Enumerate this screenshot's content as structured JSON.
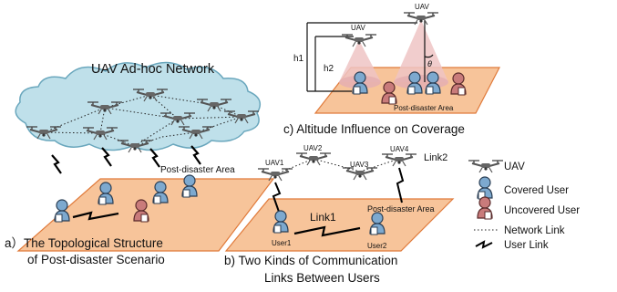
{
  "colors": {
    "cloud_fill": "#bfe0ea",
    "cloud_stroke": "#6aa7bd",
    "ground_fill": "#f7c49a",
    "ground_stroke": "#e07a3a",
    "covered_user": "#7da9cf",
    "uncovered_user": "#c97b7b",
    "beam": "#eec4c4",
    "drone": "#555555"
  },
  "icons": {
    "uav": "drone-icon",
    "covered_user": "covered-user-icon",
    "uncovered_user": "uncovered-user-icon",
    "network_link": "dotted-line-icon",
    "user_link": "lightning-link-icon"
  },
  "panel_a": {
    "network_title": "UAV Ad-hoc Network",
    "area_label": "Post-disaster Area",
    "caption_line1": "a）The Topological Structure",
    "caption_line2": "of Post-disaster Scenario"
  },
  "panel_b": {
    "uav_labels": [
      "UAV1",
      "UAV2",
      "UAV3",
      "UAV4"
    ],
    "link2_label": "Link2",
    "link1_label": "Link1",
    "area_label": "Post-disaster Area",
    "user1_label": "User1",
    "user2_label": "User2",
    "caption_line1": "b) Two Kinds of Communication",
    "caption_line2": "Links Between Users"
  },
  "panel_c": {
    "uav_top_label": "UAV",
    "uav_low_label": "UAV",
    "h1_label": "h1",
    "h2_label": "h2",
    "theta_label": "θ",
    "area_label": "Post-disaster Area",
    "caption": "c) Altitude Influence on Coverage"
  },
  "legend": {
    "uav": "UAV",
    "covered_user": "Covered User",
    "uncovered_user": "Uncovered User",
    "network_link": "Network Link",
    "user_link": "User Link"
  }
}
